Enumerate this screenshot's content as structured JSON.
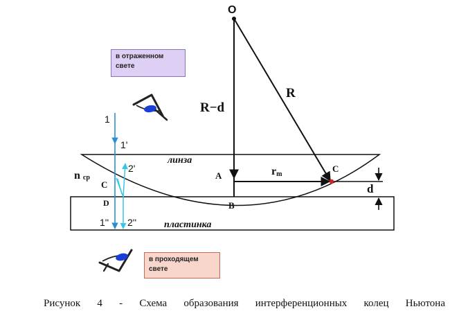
{
  "labels": {
    "center": "O",
    "radius_minus_d": "R−d",
    "radius": "R",
    "point_a": "A",
    "point_b": "B",
    "point_c_right": "C",
    "point_c_left": "C",
    "point_d": "D",
    "r_main": "r",
    "r_sub": "m",
    "d_gap": "d",
    "n_main": "n",
    "n_sub": "ср",
    "ray_1": "1",
    "ray_1_prime": "1'",
    "ray_2_prime": "2'",
    "ray_1_dprime": "1''",
    "ray_2_dprime": "2''",
    "lens": "линза",
    "plate": "пластинка"
  },
  "notes": {
    "reflected": "в отраженном свете",
    "transmitted": "в проходящем свете"
  },
  "caption": "Рисунок 4 - Схема образования интерференционных колец Ньютона",
  "colors": {
    "reflected_note_bg": "#ddd0f4",
    "transmitted_note_bg": "#f8d6cc",
    "ray_blue": "#2a8fd0",
    "ray_cyan": "#35c6e8",
    "point_red": "#e02020",
    "eye_iris": "#1a3fd8"
  },
  "icons": [
    "eye-icon",
    "eye-icon"
  ]
}
